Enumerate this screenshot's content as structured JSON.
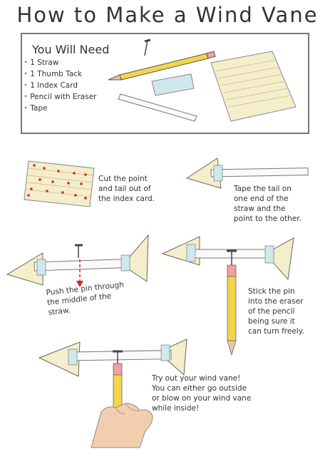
{
  "title": "How to Make a Wind Vane",
  "needs": {
    "heading": "You Will Need",
    "items": [
      "1 Straw",
      "1 Thumb Tack",
      "1 Index Card",
      "Pencil with Eraser",
      "Tape"
    ]
  },
  "steps": [
    {
      "text": "Cut the point\nand tail out of\nthe index card."
    },
    {
      "text": "Tape the tail on\none end of the\nstraw and the\npoint to the other."
    },
    {
      "text": "Push the pin through\nthe middle of the\nstraw."
    },
    {
      "text": "Stick the pin\ninto the eraser\nof the pencil\nbeing sure it\ncan turn freely."
    },
    {
      "text": "Try out your wind vane!\nYou can either go outside\nor blow on your wind vane\nwhile inside!"
    }
  ],
  "colors": {
    "card": "#f5eecb",
    "pencil": "#f3d54d",
    "eraser": "#f2a0a0",
    "tape": "#cfe8ec",
    "red": "#e02020"
  }
}
